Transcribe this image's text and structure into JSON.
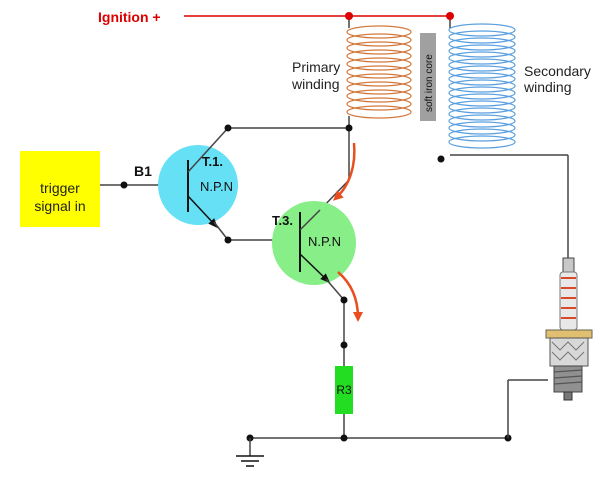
{
  "labels": {
    "ignition": "Ignition +",
    "primary_line1": "Primary",
    "primary_line2": "winding",
    "secondary_line1": "Secondary",
    "secondary_line2": "winding",
    "core": "soft iron core",
    "trigger_line1": "trigger",
    "trigger_line2": "signal in",
    "b1": "B1",
    "t1_name": "T.1.",
    "t1_type": "N.P.N",
    "t3_name": "T.3.",
    "t3_type": "N.P.N",
    "r3": "R3"
  },
  "colors": {
    "ignition_text": "#dd0000",
    "ignition_wire": "#dd0000",
    "primary_coil": "#d2783c",
    "secondary_coil": "#5aa0e0",
    "core": "#a0a0a0",
    "trigger_box": "#ffff00",
    "t1_fill": "#66e0f5",
    "t3_fill": "#88ee88",
    "resistor": "#22dd22",
    "current_arrow": "#e84e1e",
    "wire": "#444444",
    "node": "#111111"
  }
}
